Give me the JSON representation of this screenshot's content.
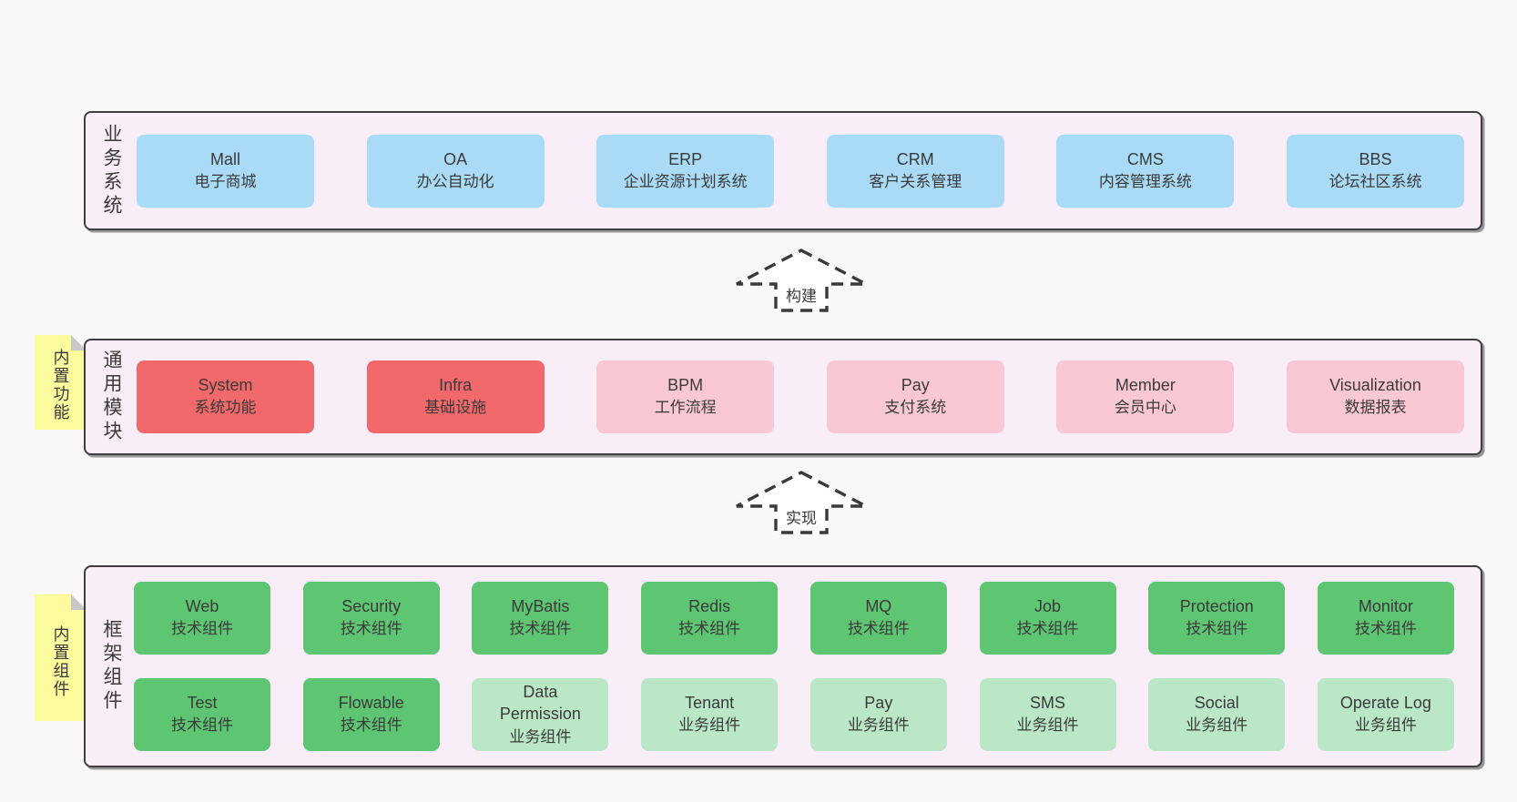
{
  "colors": {
    "bg": "#f8f8f8",
    "band_bg": "#f9edf7",
    "band_border": "#3f3f3f",
    "text": "#3a3a3a",
    "blue": "#a9dbf6",
    "red": "#f1696b",
    "pink": "#fac8d2",
    "green": "#5ec573",
    "green_light": "#bae8c7",
    "yellow": "#fbfb9e",
    "fold": "#c8c8c8",
    "arrow_stroke": "#3a3a3a",
    "arrow_fill": "#ffffff"
  },
  "arrows": [
    {
      "label": "构建"
    },
    {
      "label": "实现"
    }
  ],
  "bands": [
    {
      "label": "业务系统",
      "items": [
        {
          "name": "Mall",
          "desc": "电子商城"
        },
        {
          "name": "OA",
          "desc": "办公自动化"
        },
        {
          "name": "ERP",
          "desc": "企业资源计划系统"
        },
        {
          "name": "CRM",
          "desc": "客户关系管理"
        },
        {
          "name": "CMS",
          "desc": "内容管理系统"
        },
        {
          "name": "BBS",
          "desc": "论坛社区系统"
        }
      ]
    },
    {
      "label": "通用模块",
      "sticky": "内置功能",
      "items": [
        {
          "name": "System",
          "desc": "系统功能"
        },
        {
          "name": "Infra",
          "desc": "基础设施"
        },
        {
          "name": "BPM",
          "desc": "工作流程"
        },
        {
          "name": "Pay",
          "desc": "支付系统"
        },
        {
          "name": "Member",
          "desc": "会员中心"
        },
        {
          "name": "Visualization",
          "desc": "数据报表"
        }
      ]
    },
    {
      "label": "框架组件",
      "sticky": "内置组件",
      "rows": [
        [
          {
            "name": "Web",
            "desc": "技术组件"
          },
          {
            "name": "Security",
            "desc": "技术组件"
          },
          {
            "name": "MyBatis",
            "desc": "技术组件"
          },
          {
            "name": "Redis",
            "desc": "技术组件"
          },
          {
            "name": "MQ",
            "desc": "技术组件"
          },
          {
            "name": "Job",
            "desc": "技术组件"
          },
          {
            "name": "Protection",
            "desc": "技术组件"
          },
          {
            "name": "Monitor",
            "desc": "技术组件"
          }
        ],
        [
          {
            "name": "Test",
            "desc": "技术组件"
          },
          {
            "name": "Flowable",
            "desc": "技术组件"
          },
          {
            "name": "Data\nPermission",
            "desc": "业务组件"
          },
          {
            "name": "Tenant",
            "desc": "业务组件"
          },
          {
            "name": "Pay",
            "desc": "业务组件"
          },
          {
            "name": "SMS",
            "desc": "业务组件"
          },
          {
            "name": "Social",
            "desc": "业务组件"
          },
          {
            "name": "Operate Log",
            "desc": "业务组件"
          }
        ]
      ]
    }
  ]
}
